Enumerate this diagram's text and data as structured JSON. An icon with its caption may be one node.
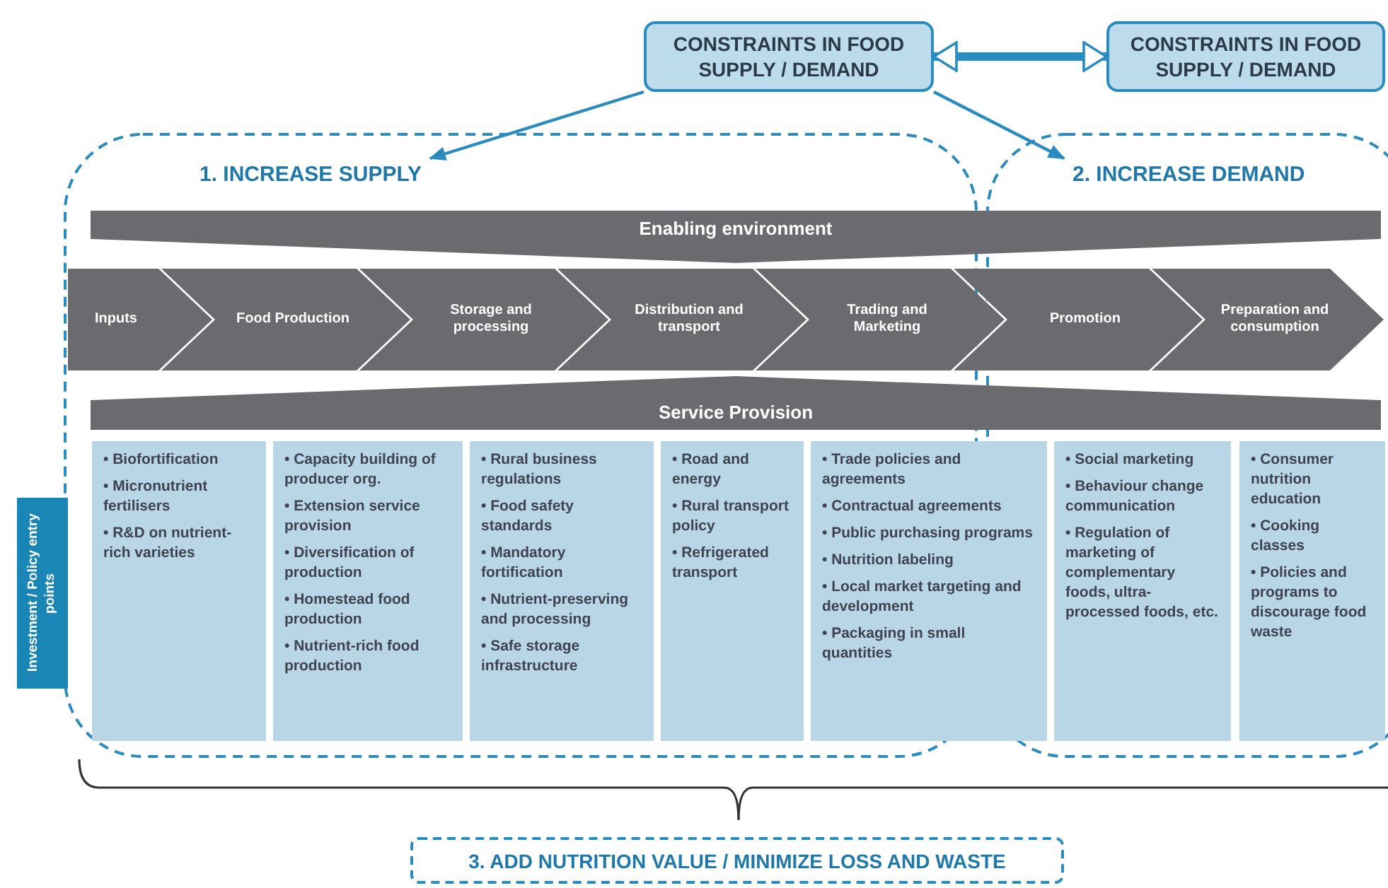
{
  "diagram": {
    "nodes": [
      {
        "text": [
          "CONSTRAINTS IN FOOD SUPPLY / DEMAND"
        ]
      },
      {
        "text": [
          "CONSTRAINTS IN FOOD SUPPLY / DEMAND"
        ]
      },
      {
        "text": [
          "1. INCREASE SUPPLY"
        ]
      },
      {
        "text": [
          "2. INCREASE DEMAND"
        ]
      },
      {
        "text": [
          "Enabling environment"
        ]
      },
      {
        "text": [
          "Inputs"
        ]
      },
      {
        "text": [
          "Food Production"
        ]
      },
      {
        "text": [
          "Storage and processing"
        ]
      },
      {
        "text": [
          "Distribution and transport"
        ]
      },
      {
        "text": [
          "Trading and Marketing"
        ]
      },
      {
        "text": [
          "Promotion"
        ]
      },
      {
        "text": [
          "Preparation and consumption"
        ]
      },
      {
        "text": [
          "Service Provision"
        ]
      },
      {
        "text": [
          "• Biofortification",
          "• Micronutrient fertilisers",
          "• R&D on nutrient-rich varieties"
        ]
      },
      {
        "text": [
          "• Capacity building of producer org.",
          "• Extension service provision",
          "• Diversification of production",
          "• Homestead food production",
          "• Nutrient-rich food production"
        ]
      },
      {
        "text": [
          "• Rural business regulations",
          "• Food safety standards",
          "• Mandatory fortification",
          "• Nutrient-preserving and processing",
          "• Safe storage infrastructure"
        ]
      },
      {
        "text": [
          "• Road and energy",
          "• Rural transport policy",
          "• Refrigerated transport"
        ]
      },
      {
        "text": [
          "• Trade policies and agreements",
          "• Contractual agreements",
          "• Public purchasing programs",
          "• Nutrition labeling",
          "• Local market targeting and development",
          "• Packaging in small quantities"
        ]
      },
      {
        "text": [
          "• Social marketing",
          "• Behaviour change communication",
          "• Regulation of marketing of complementary foods, ultra-processed foods, etc."
        ]
      },
      {
        "text": [
          "• Consumer nutrition education",
          "• Cooking classes",
          "• Policies and programs to discourage food waste"
        ]
      },
      {
        "text": [
          "Investment / Policy entry points"
        ]
      },
      {
        "text": [
          "3. ADD NUTRITION VALUE / MINIMIZE LOSS AND WASTE"
        ]
      }
    ],
    "edges": [
      {
        "from": 0,
        "to": 1,
        "arrow": "both",
        "style": "thick"
      },
      {
        "from": 0,
        "to": 2,
        "arrow": "to"
      },
      {
        "from": 0,
        "to": 3,
        "arrow": "to"
      }
    ]
  }
}
